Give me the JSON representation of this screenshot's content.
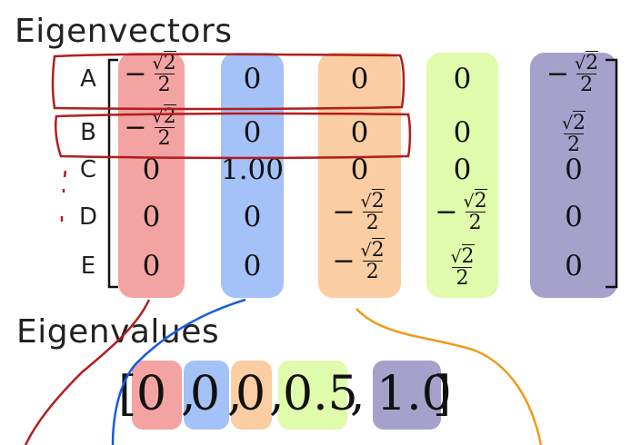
{
  "titles": {
    "eigenvectors": "Eigenvectors",
    "eigenvalues": "Eigenvalues"
  },
  "row_labels": [
    "A",
    "B",
    "C",
    "D",
    "E"
  ],
  "colors": {
    "red": "#f4a3a3",
    "blue": "#a4c1f8",
    "orange": "#fbcda2",
    "green": "#dffbab",
    "purple": "#a6a1cb",
    "annotation_red": "#b21d1d",
    "annotation_blue": "#1a5ae0",
    "annotation_orange": "#f09a1a"
  },
  "eigenvectors": [
    {
      "color": "red",
      "cells": [
        "-√2/2",
        "-√2/2",
        "0",
        "0",
        "0"
      ]
    },
    {
      "color": "blue",
      "cells": [
        "0",
        "0",
        "1.00",
        "0",
        "0"
      ]
    },
    {
      "color": "orange",
      "cells": [
        "0",
        "0",
        "0",
        "-√2/2",
        "-√2/2"
      ]
    },
    {
      "color": "green",
      "cells": [
        "0",
        "0",
        "0",
        "-√2/2",
        "√2/2"
      ]
    },
    {
      "color": "purple",
      "cells": [
        "-√2/2",
        "√2/2",
        "0",
        "0",
        "0"
      ]
    }
  ],
  "fraction": {
    "minus": "−",
    "root": "√",
    "radicand": "2",
    "denominator": "2"
  },
  "eigenvalues": {
    "open_bracket": "[",
    "close_bracket": "]",
    "separator": ",",
    "values": [
      {
        "value": "0",
        "color": "red"
      },
      {
        "value": "0",
        "color": "blue"
      },
      {
        "value": "0",
        "color": "orange"
      },
      {
        "value": "0.5",
        "color": "green"
      },
      {
        "value": "1.0",
        "color": "purple"
      }
    ]
  }
}
